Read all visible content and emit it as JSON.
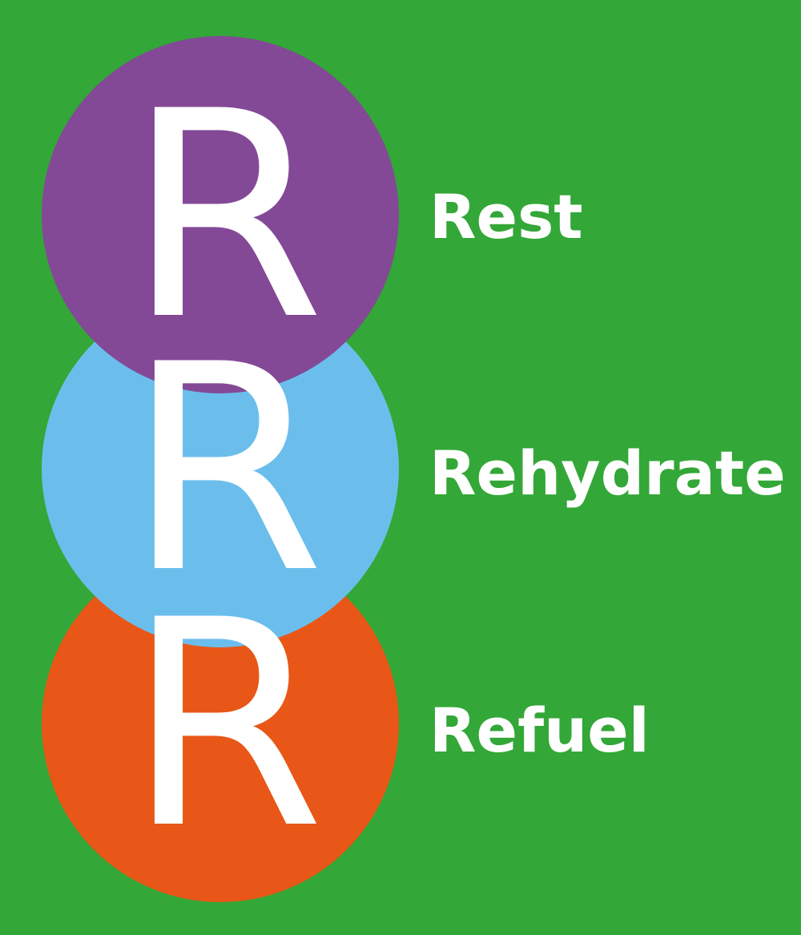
{
  "colors": {
    "background": "#33a737",
    "text": "#ffffff"
  },
  "steps": [
    {
      "letter": "R",
      "label": "Rest",
      "color": "#834996"
    },
    {
      "letter": "R",
      "label": "Rehydrate",
      "color": "#6bbeec"
    },
    {
      "letter": "R",
      "label": "Refuel",
      "color": "#e85717"
    }
  ]
}
